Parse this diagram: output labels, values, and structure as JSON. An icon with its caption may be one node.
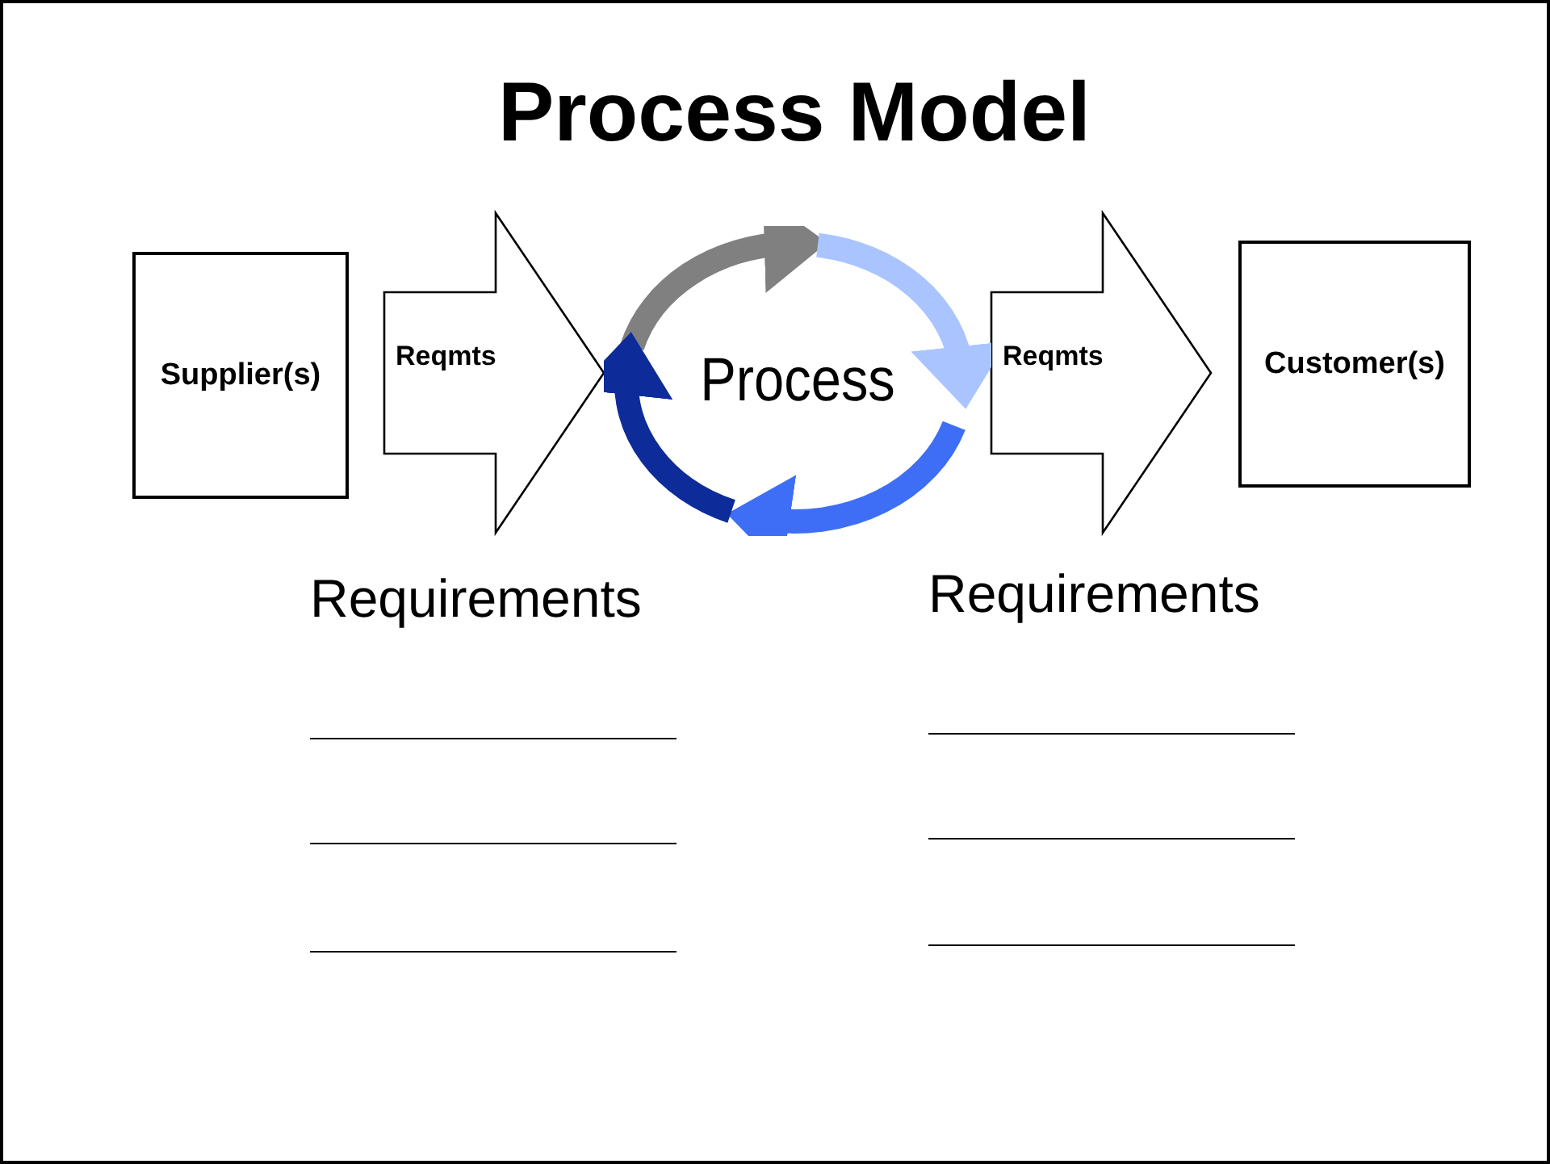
{
  "diagram": {
    "title": "Process Model",
    "nodes": [
      {
        "text": [
          "Supplier(s)"
        ]
      },
      {
        "text": [
          "Process"
        ]
      },
      {
        "text": [
          "Customer(s)"
        ]
      }
    ],
    "edges": [
      {
        "from": 0,
        "to": 1,
        "arrow": "to",
        "label": "Reqmts"
      },
      {
        "from": 1,
        "to": 2,
        "arrow": "to",
        "label": "Reqmts"
      }
    ],
    "labels": [
      "Requirements",
      "Requirements"
    ]
  }
}
